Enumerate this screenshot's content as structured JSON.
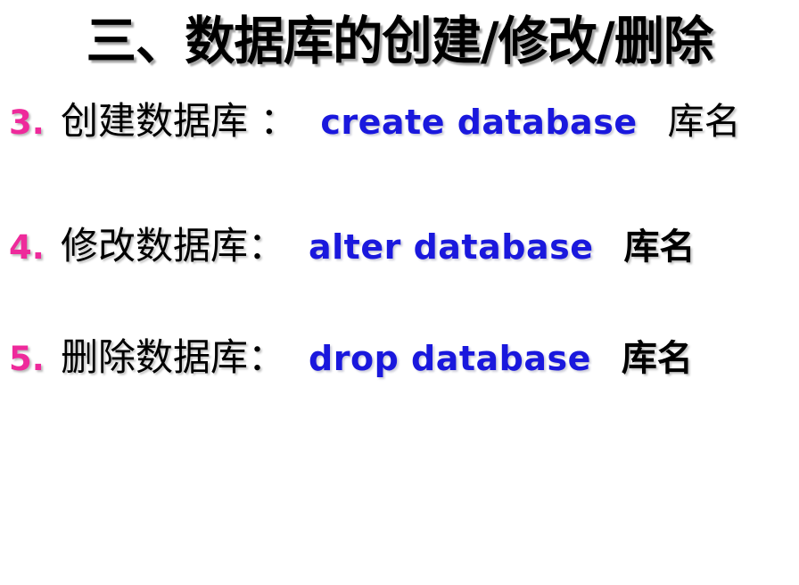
{
  "slide": {
    "title": "三、数据库的创建/修改/删除",
    "background_color": "#FFFFFF",
    "colors": {
      "title_text": "#000000",
      "number_accent": "#EE2A9B",
      "keyword_blue": "#1A18DD",
      "body_text": "#000000"
    }
  },
  "bullets": [
    {
      "number": "3.",
      "label": "创建数据库 ：",
      "keyword": "create  database",
      "argument": "库名"
    },
    {
      "number": "4.",
      "label": "修改数据库：",
      "keyword": "alter   database",
      "argument": "库名"
    },
    {
      "number": "5.",
      "label": "删除数据库：",
      "keyword": "drop  database",
      "argument": "库名"
    }
  ]
}
